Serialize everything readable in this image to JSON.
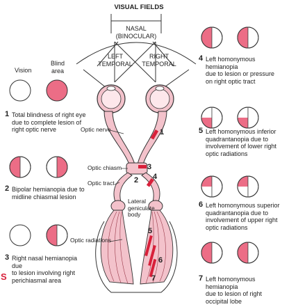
{
  "header": {
    "visual_fields": "VISUAL FIELDS"
  },
  "fields": {
    "nasal_binocular": [
      "NASAL",
      "(BINOCULAR)"
    ],
    "left_temporal": [
      "LEFT",
      "TEMPORAL"
    ],
    "right_temporal": [
      "RIGHT",
      "TEMPORAL"
    ]
  },
  "columns": {
    "vision": "Vision",
    "blind_area": [
      "Blind",
      "area"
    ]
  },
  "lesions": [
    {
      "num": "1",
      "text": [
        "Total blindness of right eye",
        "due to complete lesion of",
        "right optic nerve"
      ]
    },
    {
      "num": "2",
      "text": [
        "Bipolar hemianopia due to",
        "midline chiasmal lesion"
      ]
    },
    {
      "num": "3",
      "text": [
        "Right nasal hemianopia due",
        "to lesion involving right",
        "perichiasmal area"
      ]
    },
    {
      "num": "4",
      "text": [
        "Left homonymous hemianopia",
        "due to lesion or pressure",
        "on right optic tract"
      ]
    },
    {
      "num": "5",
      "text": [
        "Left homonymous inferior",
        "quadrantanopia due to",
        "involvement of lower right",
        "optic radiations"
      ]
    },
    {
      "num": "6",
      "text": [
        "Left homonymous superior",
        "quadrantanopia due to",
        "involvement of upper right",
        "optic radiations"
      ]
    },
    {
      "num": "7",
      "text": [
        "Left homonymous hemianopia",
        "due to lesion of right",
        "occipital lobe"
      ]
    }
  ],
  "anatomy": {
    "optic_nerve": "Optic nerve",
    "optic_chiasm": "Optic chiasm",
    "optic_tract": "Optic tract",
    "lateral_geniculate": [
      "Lateral",
      "geniculate",
      "body"
    ],
    "optic_radiations": "Optic radiations"
  },
  "colors": {
    "blind": "#ec6d86",
    "tissue": "#f3c2cb",
    "outline": "#333333",
    "lesion": "#d8203a"
  },
  "stray_mark": "S"
}
